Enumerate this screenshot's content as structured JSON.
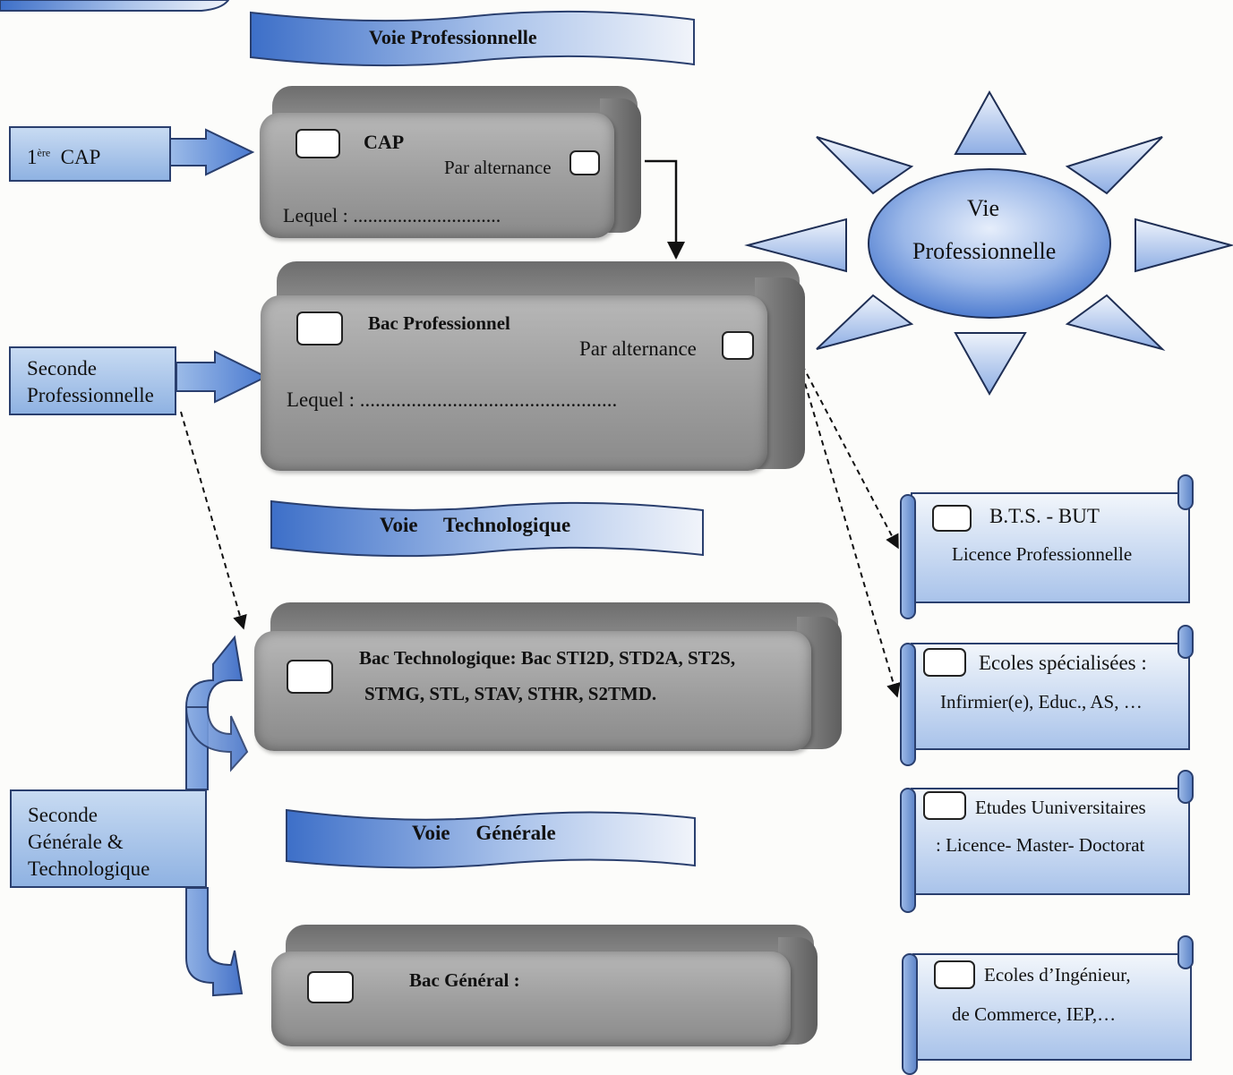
{
  "banners": {
    "voie_pro": "Voie   Professionnelle",
    "voie_techno": "Voie     Technologique",
    "voie_gen": "Voie     Générale"
  },
  "entries": {
    "cap_entry": "1ère  CAP",
    "seconde_pro_l1": "Seconde",
    "seconde_pro_l2": "Professionnelle",
    "seconde_gt_l1": "Seconde",
    "seconde_gt_l2": "Générale &",
    "seconde_gt_l3": "Technologique"
  },
  "boxes": {
    "cap_title": "CAP",
    "cap_alternance": "Par alternance",
    "cap_lequel": "Lequel : ..............................",
    "bacpro_title": "Bac Professionnel",
    "bacpro_alternance": "Par alternance",
    "bacpro_lequel": "Lequel : ..................................................",
    "bactech_l1": "Bac Technologique: Bac STI2D, STD2A, ST2S,",
    "bactech_l2": "STMG, STL, STAV, STHR, S2TMD.",
    "bacgen_title": "Bac Général :"
  },
  "sun": {
    "l1": "Vie",
    "l2": "Professionnelle"
  },
  "scrolls": {
    "bts_l1": "B.T.S. - BUT",
    "bts_l2": "Licence Professionnelle",
    "ecoles_l1": "Ecoles spécialisées :",
    "ecoles_l2": "Infirmier(e), Educ., AS, …",
    "univ_l1": "Etudes Uuniversitaires",
    "univ_l2": ": Licence- Master- Doctorat",
    "inge_l1": "Ecoles d’Ingénieur,",
    "inge_l2": "de Commerce, IEP,…"
  },
  "colors": {
    "blue_dark": "#3f6fc6",
    "blue_light": "#e8eef8",
    "outline": "#2a3f6e"
  }
}
